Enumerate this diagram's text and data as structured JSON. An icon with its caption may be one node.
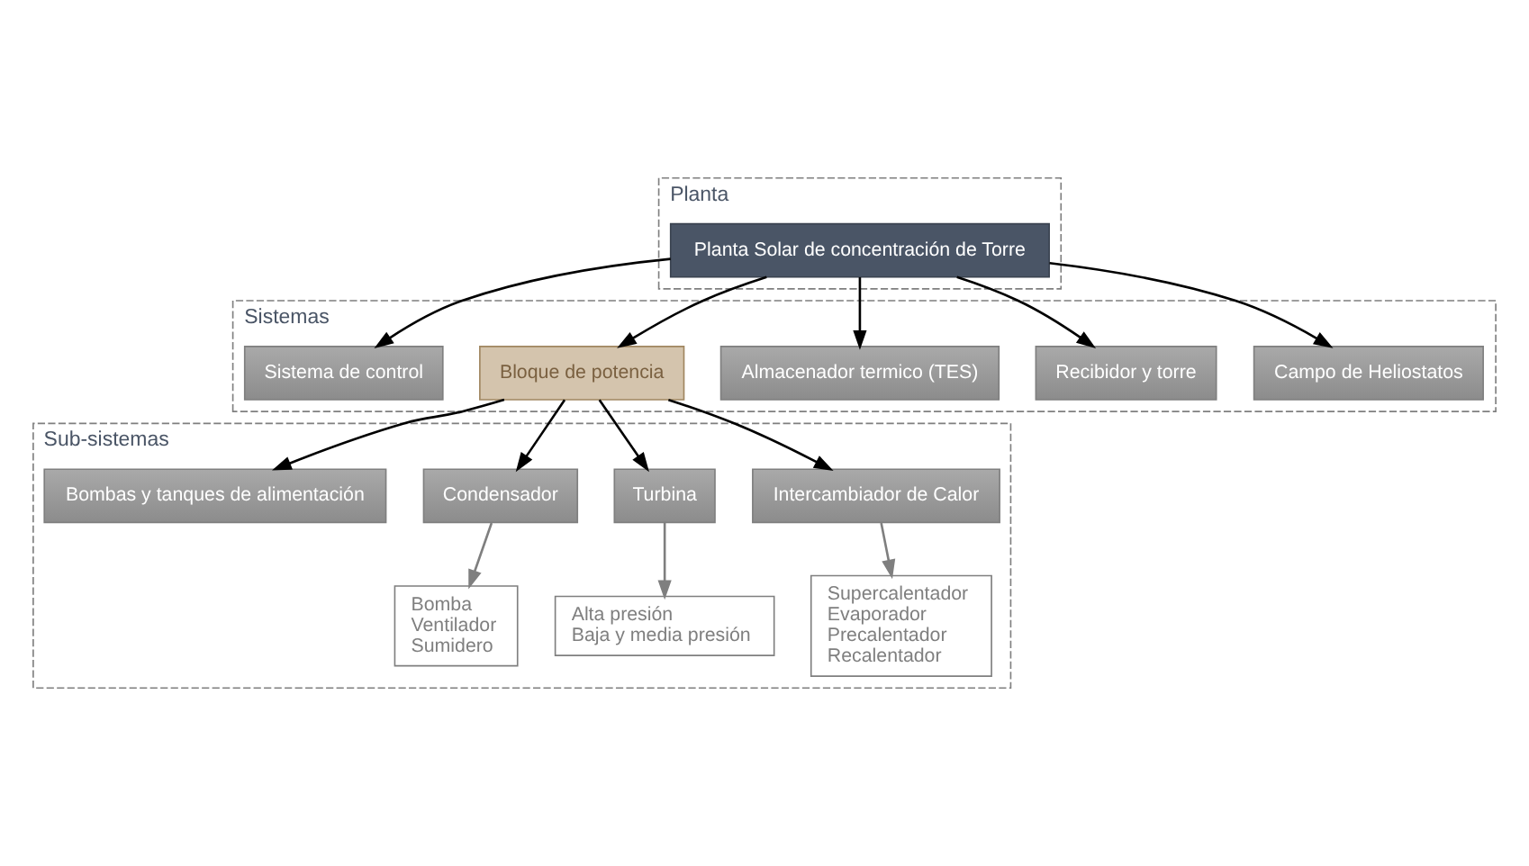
{
  "diagram": {
    "nodes": [
      {
        "text": [
          "Planta"
        ]
      },
      {
        "text": [
          "Planta Solar de concentración de Torre"
        ],
        "in": 0
      },
      {
        "text": [
          "Sistemas"
        ]
      },
      {
        "text": [
          "Campo de Heliostatos"
        ],
        "in": 2
      },
      {
        "text": [
          "Recibidor y torre"
        ],
        "in": 2
      },
      {
        "text": [
          "Almacenador termico (TES)"
        ],
        "in": 2
      },
      {
        "text": [
          "Bloque de potencia"
        ],
        "in": 2
      },
      {
        "text": [
          "Sistema de control"
        ],
        "in": 2
      },
      {
        "text": [
          "Sub-sistemas"
        ]
      },
      {
        "text": [
          "Intercambiador de Calor"
        ],
        "in": 8
      },
      {
        "text": [
          "Turbina"
        ],
        "in": 8
      },
      {
        "text": [
          "Condensador"
        ],
        "in": 8
      },
      {
        "text": [
          "Bombas y tanques de alimentación"
        ],
        "in": 8
      },
      {
        "text": [
          "Supercalentador",
          "Evaporador",
          "Precalentador",
          "Recalentador"
        ],
        "in": 8
      },
      {
        "text": [
          "Alta presión",
          "Baja y media presión"
        ],
        "in": 8
      },
      {
        "text": [
          "Bomba",
          "Ventilador",
          "Sumidero"
        ],
        "in": 8
      }
    ],
    "edges": [
      {
        "from": 1,
        "to": 3,
        "arrow": "to"
      },
      {
        "from": 1,
        "to": 4,
        "arrow": "to"
      },
      {
        "from": 1,
        "to": 5,
        "arrow": "to"
      },
      {
        "from": 1,
        "to": 6,
        "arrow": "to"
      },
      {
        "from": 1,
        "to": 7,
        "arrow": "to"
      },
      {
        "from": 6,
        "to": 9,
        "arrow": "to"
      },
      {
        "from": 6,
        "to": 10,
        "arrow": "to"
      },
      {
        "from": 6,
        "to": 11,
        "arrow": "to"
      },
      {
        "from": 6,
        "to": 12,
        "arrow": "to"
      },
      {
        "from": 9,
        "to": 13,
        "arrow": "to",
        "color": "#7f7f7f"
      },
      {
        "from": 10,
        "to": 14,
        "arrow": "to",
        "color": "#7f7f7f"
      },
      {
        "from": 11,
        "to": 15,
        "arrow": "to",
        "color": "#7f7f7f"
      }
    ]
  }
}
